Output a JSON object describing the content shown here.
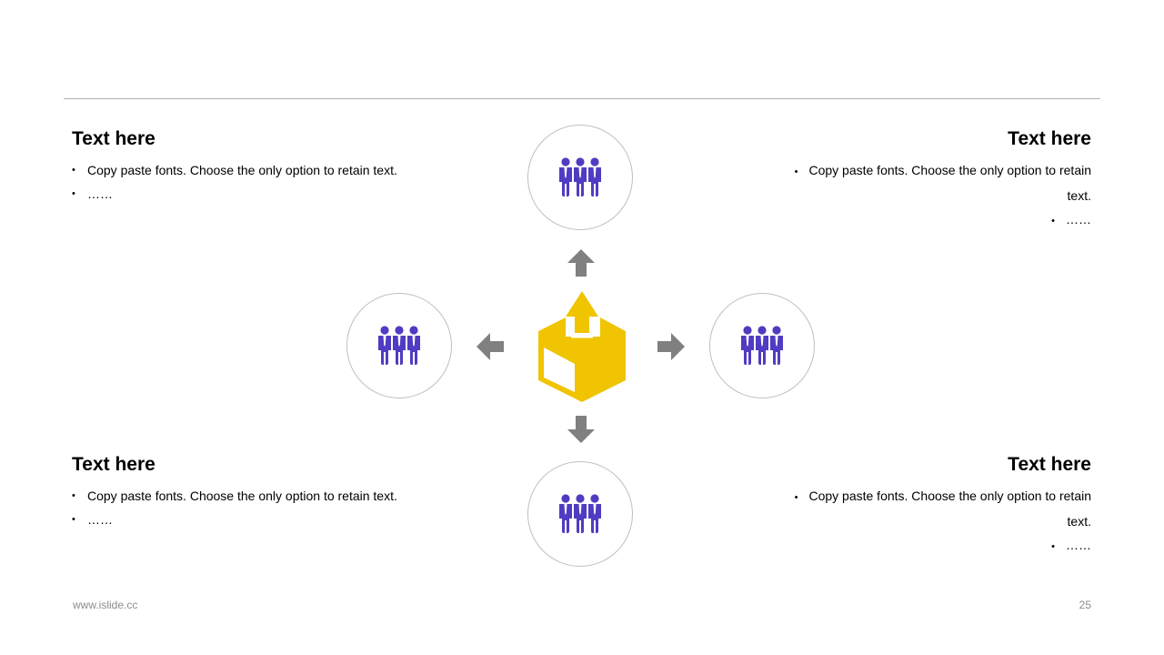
{
  "colors": {
    "accent_people": "#4f3cc2",
    "accent_center": "#f0c400",
    "arrow": "#808080",
    "circle_border": "#bfbfbf",
    "rule": "#b3b3b3"
  },
  "blocks": {
    "top_left": {
      "title": "Text here",
      "bullets": [
        "Copy paste fonts. Choose the only option to retain text.",
        "……"
      ]
    },
    "top_right": {
      "title": "Text here",
      "bullets": [
        "Copy paste fonts. Choose the only option to retain text.",
        "……"
      ]
    },
    "bottom_left": {
      "title": "Text here",
      "bullets": [
        "Copy paste fonts. Choose the only option to retain text.",
        "……"
      ]
    },
    "bottom_right": {
      "title": "Text here",
      "bullets": [
        "Copy paste fonts. Choose the only option to retain text.",
        "……"
      ]
    }
  },
  "diagram": {
    "center_icon": "box-with-up-arrow-icon",
    "node_icon": "people-group-icon",
    "nodes": [
      "top",
      "left",
      "right",
      "bottom"
    ],
    "arrows": [
      "up",
      "left",
      "right",
      "down"
    ]
  },
  "footer": {
    "url": "www.islide.cc",
    "page_number": "25"
  }
}
